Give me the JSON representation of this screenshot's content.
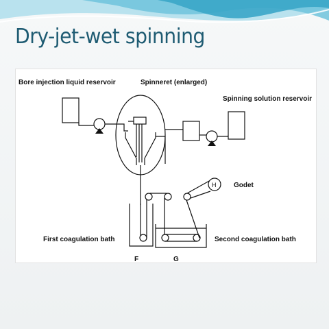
{
  "slide": {
    "title": "Dry-jet-wet spinning",
    "accent_color": "#1e5b72",
    "wave_colors": [
      "#3aa6c8",
      "#6ec3dc",
      "#b9e2ee"
    ]
  },
  "diagram": {
    "labels": {
      "bore_reservoir": "Bore injection liquid reservoir",
      "spinneret": "Spinneret (enlarged)",
      "solution_reservoir": "Spinning solution reservoir",
      "godet": "Godet",
      "godet_symbol": "H",
      "first_bath": "First coagulation bath",
      "second_bath": "Second coagulation bath",
      "bath_f": "F",
      "bath_g": "G"
    }
  }
}
